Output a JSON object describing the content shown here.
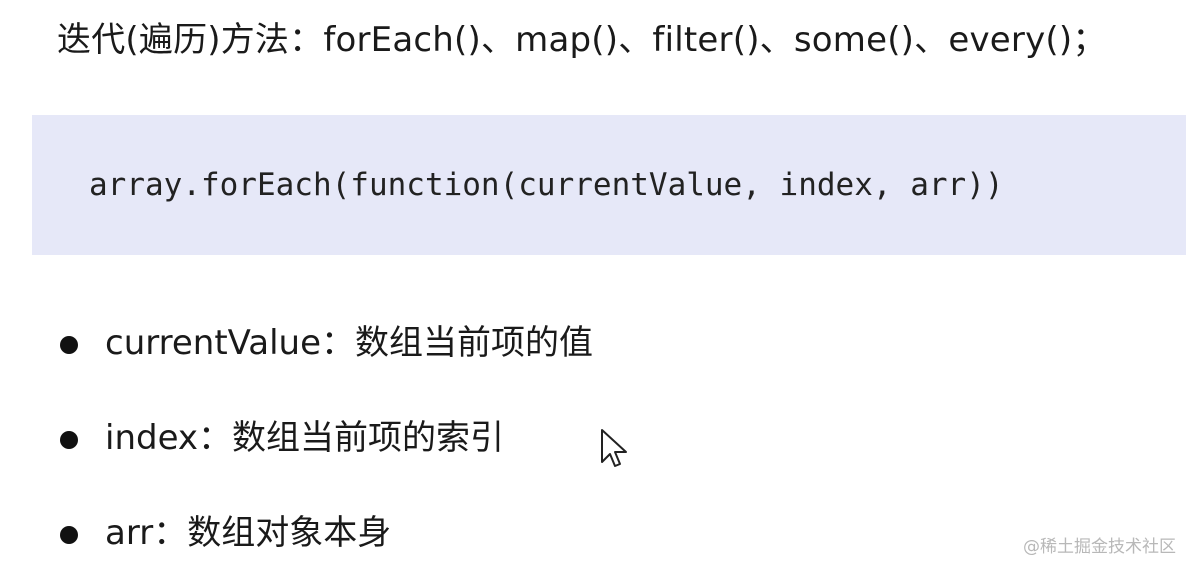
{
  "heading": {
    "text": "迭代(遍历)方法：forEach()、map()、filter()、some()、every()；"
  },
  "code_block": {
    "line": "array.forEach(function(currentValue, index, arr))"
  },
  "params": [
    {
      "text": "currentValue：数组当前项的值"
    },
    {
      "text": "index：数组当前项的索引"
    },
    {
      "text": "arr：数组对象本身"
    }
  ],
  "watermark": {
    "text": "@稀土掘金技术社区"
  },
  "cursor": {
    "icon": "mouse-pointer-icon"
  }
}
